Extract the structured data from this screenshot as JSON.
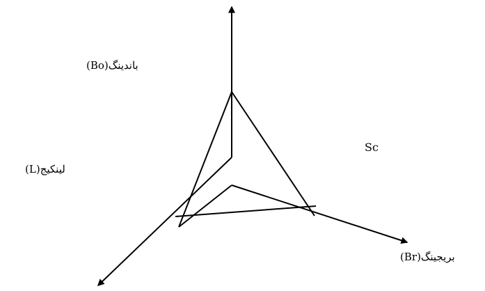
{
  "diagram": {
    "labels": {
      "bonding": "باندینگ(Bo)",
      "linkage": "لینکیج(L)",
      "bridging": "بریجینگ(Br)",
      "sc": "Sc"
    },
    "colors": {
      "stroke": "#000000",
      "background": "#ffffff"
    }
  }
}
